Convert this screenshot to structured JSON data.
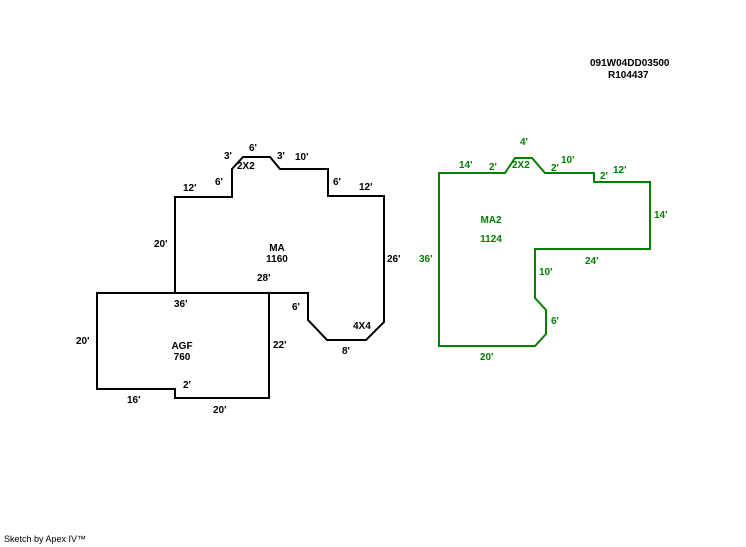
{
  "header": {
    "parcel_id": "091W04DD03500",
    "account": "R104437"
  },
  "footer": {
    "credit": "Sketch by Apex IV™"
  },
  "colors": {
    "main_outline": "#000000",
    "secondary_outline": "#008000"
  },
  "areas": {
    "ma": {
      "name": "MA",
      "area": "1160"
    },
    "agf": {
      "name": "AGF",
      "area": "760"
    },
    "ma2": {
      "name": "MA2",
      "area": "1124"
    }
  },
  "ma_dims": {
    "a": "3'",
    "b": "6'",
    "c": "3'",
    "d": "10'",
    "e": "6'",
    "f": "12'",
    "g": "12'",
    "h": "6'",
    "i": "20'",
    "j": "28'",
    "k": "26'",
    "l": "6'",
    "m": "4X4",
    "n": "8'",
    "o": "2X2"
  },
  "agf_dims": {
    "top": "36'",
    "left": "20'",
    "right": "22'",
    "notch": "2'",
    "bottom_left": "16'",
    "bottom_right": "20'"
  },
  "ma2_dims": {
    "top_left": "14'",
    "step_a": "2'",
    "bump": "4'",
    "bump_label": "2X2",
    "step_b": "2'",
    "mid": "10'",
    "step_c": "2'",
    "top_right": "12'",
    "right": "14'",
    "inner": "24'",
    "inner_down": "10'",
    "diag": "6'",
    "bottom": "20'",
    "left": "36'"
  }
}
